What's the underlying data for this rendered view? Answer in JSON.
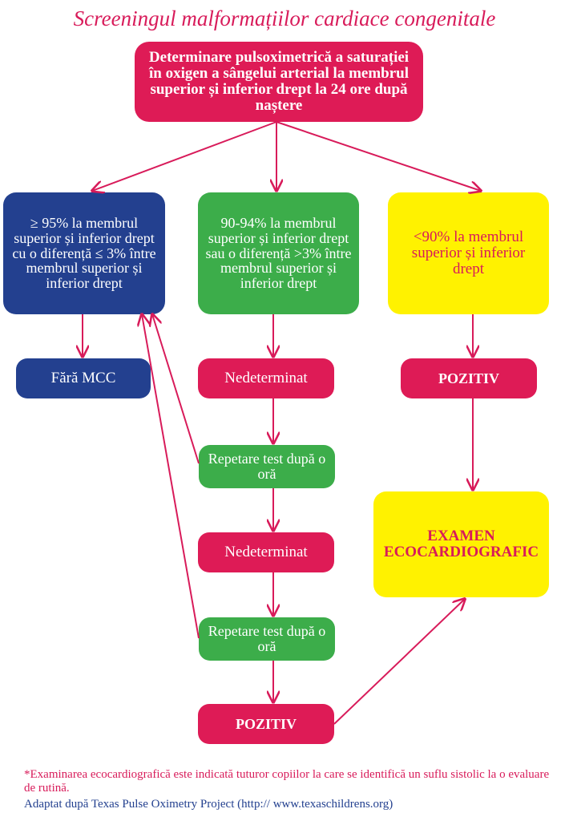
{
  "title": "Screeningul malformațiilor cardiace congenitale",
  "colors": {
    "pink": "#de1b56",
    "blue": "#23408f",
    "green": "#3cad4a",
    "yellow": "#fff200",
    "arrow": "#d81b5a"
  },
  "nodes": {
    "top": "Determinare pulsoximetrică a saturației în oxigen a sângelui arterial la membrul superior și inferior drept la 24 ore după naștere",
    "left": "≥ 95% la membrul superior și inferior drept cu o diferență ≤ 3% între membrul superior și inferior drept",
    "middle": "90-94% la membrul superior și inferior drept sau o diferență >3% între membrul superior și inferior drept",
    "right": "<90% la membrul superior și inferior drept",
    "no_mcc": "Fără MCC",
    "undetermined_1": "Nedeterminat",
    "repeat_1": "Repetare test după o oră",
    "undetermined_2": "Nedeterminat",
    "repeat_2": "Repetare test după o oră",
    "positive_middle": "POZITIV",
    "positive_right": "POZITIV",
    "echo": "EXAMEN ECOCARDIOGRAFIC"
  },
  "footnote": "*Examinarea ecocardiografică este indicată tuturor copiilor la care se identifică un suflu sistolic la o evaluare de rutină.",
  "source": "Adaptat după Texas Pulse Oximetry Project (http:// www.texaschildrens.org)"
}
